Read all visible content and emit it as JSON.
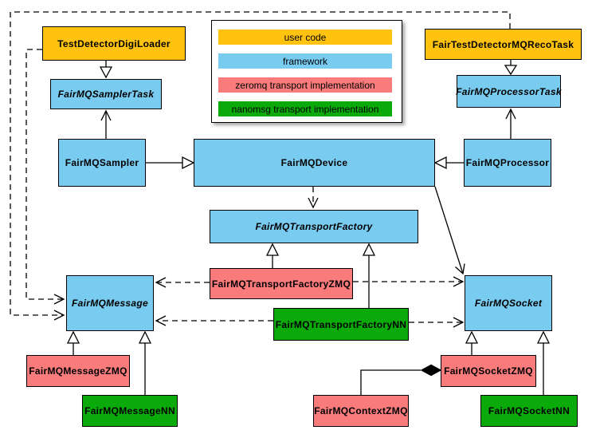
{
  "legend": {
    "items": [
      {
        "label": "user code",
        "color": "#FFC20E"
      },
      {
        "label": "framework",
        "color": "#79CBF0"
      },
      {
        "label": "zeromq transport implementation",
        "color": "#F97B7B"
      },
      {
        "label": "nanomsg transport implementation",
        "color": "#0AAA0A"
      }
    ]
  },
  "nodes": {
    "testDetectorDigiLoader": {
      "label": "TestDetectorDigiLoader",
      "category": "user code"
    },
    "fairTestDetectorMQRecoTask": {
      "label": "FairTestDetectorMQRecoTask",
      "category": "user code"
    },
    "fairMQSamplerTask": {
      "label": "FairMQSamplerTask",
      "category": "framework"
    },
    "fairMQProcessorTask": {
      "label": "FairMQProcessorTask",
      "category": "framework"
    },
    "fairMQSampler": {
      "label": "FairMQSampler",
      "category": "framework"
    },
    "fairMQDevice": {
      "label": "FairMQDevice",
      "category": "framework"
    },
    "fairMQProcessor": {
      "label": "FairMQProcessor",
      "category": "framework"
    },
    "fairMQTransportFactory": {
      "label": "FairMQTransportFactory",
      "category": "framework"
    },
    "fairMQTransportFactoryZMQ": {
      "label": "FairMQTransportFactoryZMQ",
      "category": "zeromq transport implementation"
    },
    "fairMQTransportFactoryNN": {
      "label": "FairMQTransportFactoryNN",
      "category": "nanomsg transport implementation"
    },
    "fairMQMessage": {
      "label": "FairMQMessage",
      "category": "framework"
    },
    "fairMQSocket": {
      "label": "FairMQSocket",
      "category": "framework"
    },
    "fairMQMessageZMQ": {
      "label": "FairMQMessageZMQ",
      "category": "zeromq transport implementation"
    },
    "fairMQMessageNN": {
      "label": "FairMQMessageNN",
      "category": "nanomsg transport implementation"
    },
    "fairMQContextZMQ": {
      "label": "FairMQContextZMQ",
      "category": "zeromq transport implementation"
    },
    "fairMQSocketZMQ": {
      "label": "FairMQSocketZMQ",
      "category": "zeromq transport implementation"
    },
    "fairMQSocketNN": {
      "label": "FairMQSocketNN",
      "category": "nanomsg transport implementation"
    }
  }
}
